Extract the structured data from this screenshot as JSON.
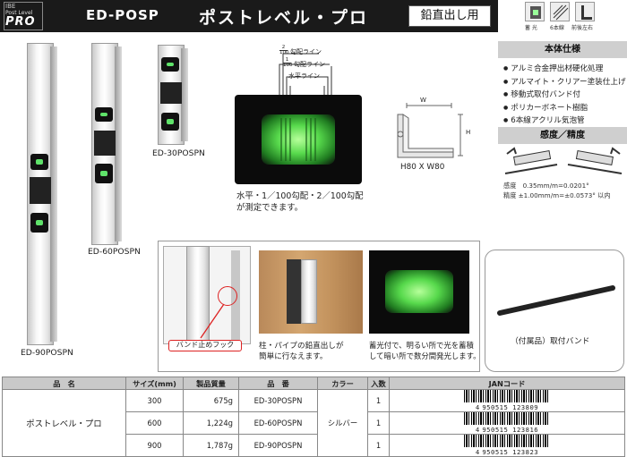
{
  "header": {
    "logo_top": "IBE",
    "logo_brand": "Post Level",
    "logo_pro": "PRO",
    "model": "ED-POSP",
    "title": "ポストレベル・プロ",
    "tag": "鉛直出し用"
  },
  "features": [
    {
      "icon": "glow-icon",
      "label": "蓄 光"
    },
    {
      "icon": "line-icon",
      "label": "6本線"
    },
    {
      "icon": "reversible-icon",
      "label": "前後左右"
    }
  ],
  "spec": {
    "heading": "本体仕様",
    "items": [
      "アルミ合金押出材硬化処理",
      "アルマイト・クリアー塗装仕上げ",
      "移動式取付バンド付",
      "ポリカーボネート樹脂",
      "6本線アクリル気泡管"
    ],
    "accuracy_heading": "感度／精度",
    "sensitivity": "感度　0.35mm/m=0.0201°",
    "precision": "精度 ±1.00mm/m=±0.0573° 以内"
  },
  "levels": {
    "l90": "ED-90POSPN",
    "l60": "ED-60POSPN",
    "l30": "ED-30POSPN"
  },
  "vial_diagram": {
    "a1_num": "2",
    "a1_den": "100",
    "a1_text": "勾配ライン",
    "a2_num": "1",
    "a2_den": "100",
    "a2_text": "勾配ライン",
    "a3_text": "水平ライン",
    "caption_1": "水平・1／100勾配・2／100勾配",
    "caption_2": "が測定できます。"
  },
  "dimension": {
    "w": "W",
    "h": "H",
    "label": "H80 X W80"
  },
  "photos": {
    "hook_label": "バンド止めフック",
    "c2_1": "柱・パイプの鉛直出しが",
    "c2_2": "簡単に行なえます。",
    "c3_1": "蓄光付で、明るい所で光を蓄積",
    "c3_2": "して暗い所で数分間発光します。"
  },
  "accessory": {
    "label": "（付属品）取付バンド"
  },
  "table": {
    "headers": [
      "品　名",
      "サイズ(mm)",
      "製品質量",
      "品　番",
      "カラー",
      "入数",
      "JANコード"
    ],
    "product_name": "ポストレベル・プロ",
    "color": "シルバー",
    "rows": [
      {
        "size": "300",
        "weight": "675g",
        "code": "ED-30POSPN",
        "qty": "1",
        "jan_prefix": "4",
        "jan": "950515 123809"
      },
      {
        "size": "600",
        "weight": "1,224g",
        "code": "ED-60POSPN",
        "qty": "1",
        "jan_prefix": "4",
        "jan": "950515 123816"
      },
      {
        "size": "900",
        "weight": "1,787g",
        "code": "ED-90POSPN",
        "qty": "1",
        "jan_prefix": "4",
        "jan": "950515 123823"
      }
    ]
  }
}
